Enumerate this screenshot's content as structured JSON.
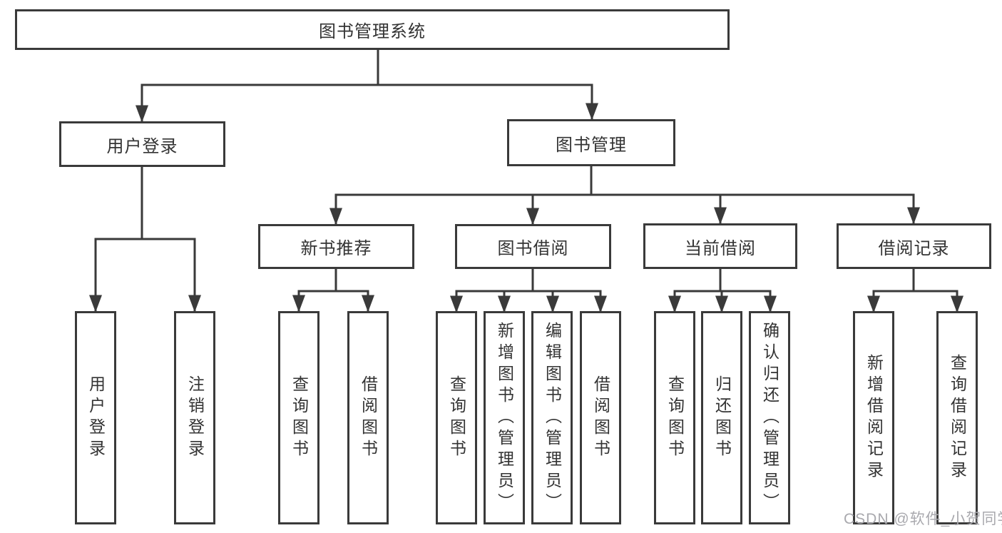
{
  "diagram": {
    "root": {
      "label": "图书管理系统"
    },
    "level2": [
      {
        "label": "用户登录"
      },
      {
        "label": "图书管理"
      }
    ],
    "level3": [
      {
        "label": "新书推荐"
      },
      {
        "label": "图书借阅"
      },
      {
        "label": "当前借阅"
      },
      {
        "label": "借阅记录"
      }
    ],
    "leaves": [
      {
        "label": "用户登录"
      },
      {
        "label": "注销登录"
      },
      {
        "label": "查询图书"
      },
      {
        "label": "借阅图书"
      },
      {
        "label": "查询图书"
      },
      {
        "label": "新增图书（管理员）"
      },
      {
        "label": "编辑图书（管理员）"
      },
      {
        "label": "借阅图书"
      },
      {
        "label": "查询图书"
      },
      {
        "label": "归还图书"
      },
      {
        "label": "确认归还（管理员）"
      },
      {
        "label": "新增借阅记录"
      },
      {
        "label": "查询借阅记录"
      }
    ],
    "watermark": "CSDN @软件_小贺同学",
    "colors": {
      "line": "#3a3a3a",
      "text": "#333333",
      "watermark": "#a9a9ae",
      "background": "#ffffff"
    }
  }
}
